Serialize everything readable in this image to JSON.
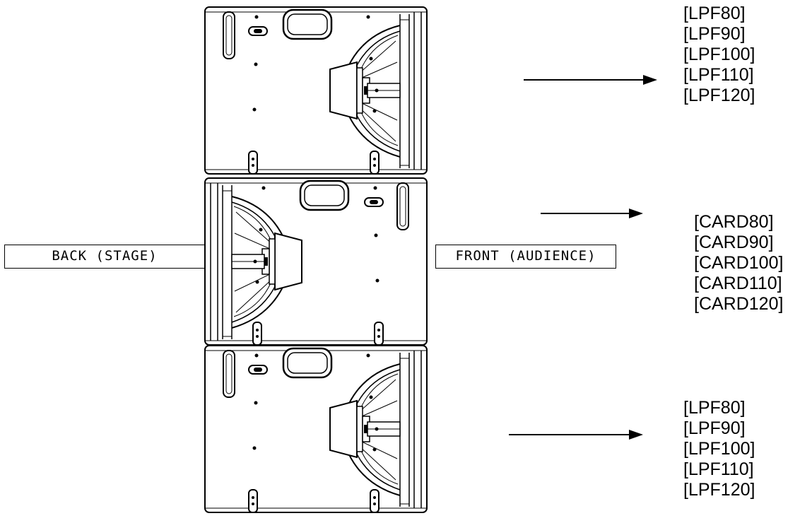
{
  "labels": {
    "back": "BACK (STAGE)",
    "front": "FRONT (AUDIENCE)"
  },
  "presets": {
    "top": [
      "[LPF80]",
      "[LPF90]",
      "[LPF100]",
      "[LPF110]",
      "[LPF120]"
    ],
    "middle": [
      "[CARD80]",
      "[CARD90]",
      "[CARD100]",
      "[CARD110]",
      "[CARD120]"
    ],
    "bottom": [
      "[LPF80]",
      "[LPF90]",
      "[LPF100]",
      "[LPF110]",
      "[LPF120]"
    ]
  },
  "cabinets": [
    {
      "id": "top",
      "facing": "front"
    },
    {
      "id": "middle",
      "facing": "back"
    },
    {
      "id": "bottom",
      "facing": "front"
    }
  ],
  "colors": {
    "line": "#000000",
    "background": "#ffffff"
  }
}
